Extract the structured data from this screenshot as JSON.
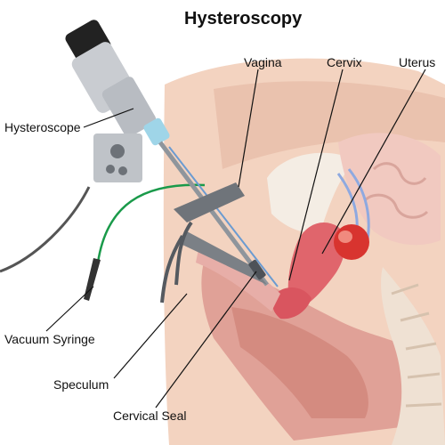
{
  "title": "Hysteroscopy",
  "labels": {
    "vagina": "Vagina",
    "cervix": "Cervix",
    "uterus": "Uterus",
    "hysteroscope": "Hysteroscope",
    "vacuum_syringe": "Vacuum Syringe",
    "speculum": "Speculum",
    "cervical_seal": "Cervical Seal"
  },
  "colors": {
    "skin": "#f3d3c0",
    "skin_dark": "#e6b8a4",
    "organ_pink": "#e7aea8",
    "uterus_red": "#e0656c",
    "cervix_red": "#d9555f",
    "ovary_red": "#d8342f",
    "bladder": "#f4ede4",
    "bowel": "#e0a197",
    "bone": "#efe1d3",
    "tube_green": "#1a9a4a",
    "scope_gray": "#b8bcc2",
    "vessel_blue": "#8ea9e0"
  },
  "icons": [
    "hysteroscope-icon",
    "speculum-icon",
    "vacuum-syringe-icon",
    "cervical-seal-icon"
  ]
}
